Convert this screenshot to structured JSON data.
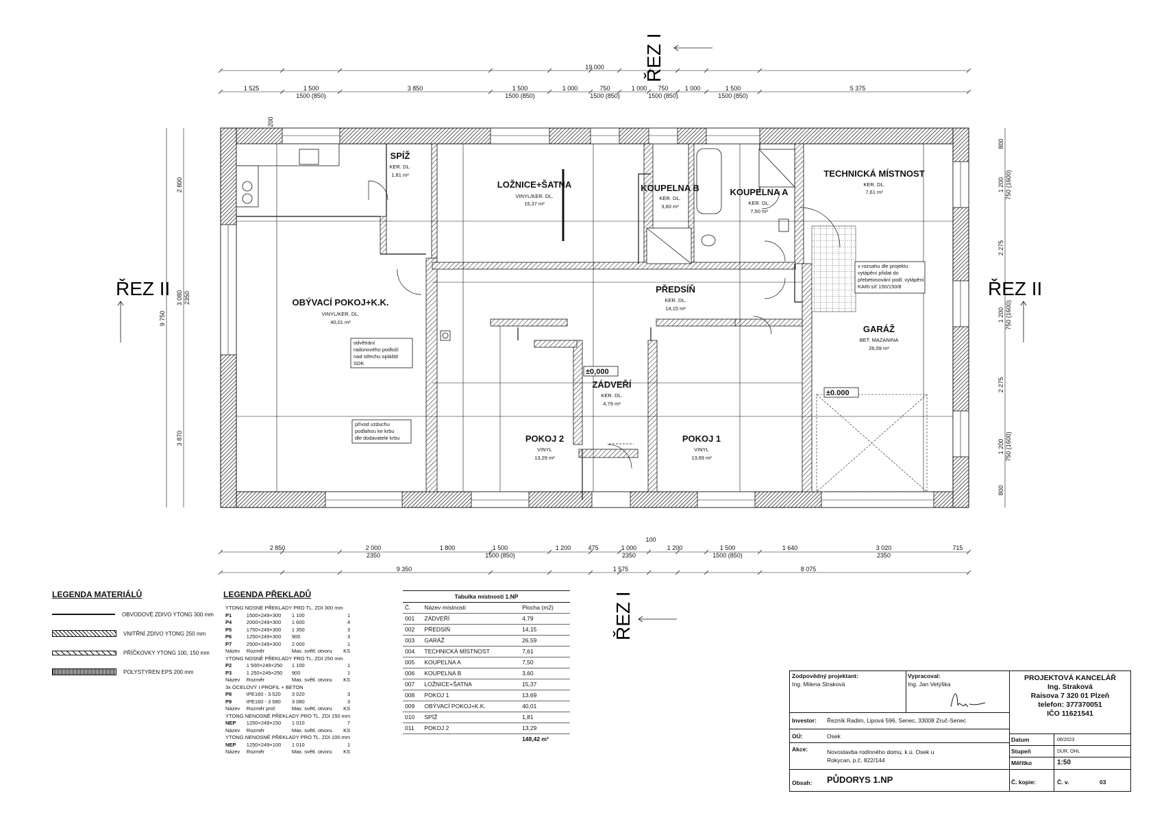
{
  "sections": {
    "rez_i": "ŘEZ I",
    "rez_ii": "ŘEZ II"
  },
  "dimensions": {
    "top_total": "19 000",
    "top_chain": [
      "1 525",
      "1 500",
      "3 850",
      "1 500",
      "1 000",
      "750",
      "1 000",
      "750",
      "1 000",
      "1 500",
      "5 375"
    ],
    "top_sub": [
      "1500 (850)",
      "1500 (850)",
      "1500 (850)",
      "1500 (850)",
      "1500 (850)"
    ],
    "bottom_chain": [
      "2 850",
      "2 000",
      "1 800",
      "1 500",
      "1 200",
      "475",
      "1 000",
      "100",
      "1 200",
      "1 500",
      "1 640",
      "3 020",
      "715"
    ],
    "bottom_sub": [
      "2350",
      "1500 (850)",
      "2350",
      "1500 (850)",
      "2350"
    ],
    "bottom_total": [
      "9 350",
      "1 575",
      "8 075"
    ],
    "left_chain": [
      "200",
      "2 800",
      "3 080",
      "2350",
      "3 870"
    ],
    "left_total": "9 750",
    "right_chain": [
      "800",
      "1 200",
      "750 (1600)",
      "2 275",
      "1 200",
      "750 (1600)",
      "2 275",
      "1 200",
      "750 (1600)",
      "800"
    ]
  },
  "rooms": [
    {
      "name": "SPÍŽ",
      "floor": "KER. DL.",
      "area": "1,81 m²"
    },
    {
      "name": "LOŽNICE+ŠATNA",
      "floor": "VINYL/KER. DL.",
      "area": "15,37 m²"
    },
    {
      "name": "KOUPELNA B",
      "floor": "KER. DL.",
      "area": "3,60 m²"
    },
    {
      "name": "KOUPELNA A",
      "floor": "KER. DL.",
      "area": "7,50 m²"
    },
    {
      "name": "TECHNICKÁ MÍSTNOST",
      "floor": "KER. DL.",
      "area": "7,61 m²"
    },
    {
      "name": "OBÝVACÍ POKOJ+K.K.",
      "floor": "VINYL/KER. DL.",
      "area": "40,01 m²"
    },
    {
      "name": "PŘEDSÍŇ",
      "floor": "KER. DL.",
      "area": "14,15 m²"
    },
    {
      "name": "GARÁŽ",
      "floor": "BET. MAZANINA",
      "area": "26,59 m²"
    },
    {
      "name": "ZÁDVEŘÍ",
      "floor": "KER. DL.",
      "area": "4,79 m²"
    },
    {
      "name": "POKOJ 2",
      "floor": "VINYL",
      "area": "13,29 m²"
    },
    {
      "name": "POKOJ 1",
      "floor": "VINYL",
      "area": "13,69 m²"
    }
  ],
  "notes": {
    "radon": [
      "odvětrání",
      "radonového podloží",
      "nad střechu opláštit",
      "SDK"
    ],
    "air": [
      "přívod vzduchu",
      "podlahou ke krbu",
      "dle dodavatele krbu"
    ],
    "heating": [
      "v rozsahu dle projektu",
      "vytápění přidat do",
      "přebetonování podl. vytápění",
      "KARI síť 150/150/8"
    ]
  },
  "levels": {
    "zadveri": "±0,000",
    "garaz": "±0.000"
  },
  "legend_materials": {
    "title": "LEGENDA MATERIÁLŮ",
    "items": [
      {
        "swatch": "solid",
        "label": "OBVODOVÉ ZDIVO YTONG 300 mm"
      },
      {
        "swatch": "hatch",
        "label": "VNITŘNÍ ZDIVO YTONG 250 mm"
      },
      {
        "swatch": "hatch2",
        "label": "PŘÍČKOVKY YTONG 100, 150 mm"
      },
      {
        "swatch": "poly",
        "label": "POLYSTYREN EPS 200 mm"
      }
    ]
  },
  "legend_lintels": {
    "title": "LEGENDA PŘEKLADŮ",
    "groups": [
      {
        "heading": "YTONG NOSNÉ PŘEKLADY PRO TL. ZDI 300 mm",
        "rows": [
          [
            "P1",
            "1500×249×300",
            "1 100",
            "1"
          ],
          [
            "P4",
            "2000×249×300",
            "1 600",
            "4"
          ],
          [
            "P5",
            "1750×249×300",
            "1 350",
            "3"
          ],
          [
            "P6",
            "1250×249×300",
            "900",
            "3"
          ],
          [
            "P7",
            "2500×249×300",
            "2 000",
            "1"
          ]
        ],
        "footer": [
          "Název",
          "Rozměr",
          "Max. světl. otvoru",
          "KS"
        ]
      },
      {
        "heading": "YTONG NOSNÉ PŘEKLADY PRO TL. ZDI 250 mm",
        "rows": [
          [
            "P2",
            "1 500×249×250",
            "1 100",
            "1"
          ],
          [
            "P3",
            "1 250×249×250",
            "900",
            "1"
          ]
        ],
        "footer": [
          "Název",
          "Rozměr",
          "Max. světl. otvoru",
          "KS"
        ]
      },
      {
        "heading": "3x OCELOVÝ I PROFIL + BETON",
        "rows": [
          [
            "P8",
            "IPE160 - 3 520",
            "3 020",
            "3"
          ],
          [
            "P9",
            "IPE160 - 3 580",
            "3 080",
            "3"
          ]
        ],
        "footer": [
          "Název",
          "Rozměr prof.",
          "Max. světl. otvoru",
          "KS"
        ]
      },
      {
        "heading": "YTONG NENOSNÉ PŘEKLADY PRO TL. ZDI 150 mm",
        "rows": [
          [
            "NEP",
            "1250×249×150",
            "1 010",
            "7"
          ]
        ],
        "footer": [
          "Název",
          "Rozměr",
          "Max. světl. otvoru",
          "KS"
        ]
      },
      {
        "heading": "YTONG NENOSNÉ PŘEKLADY PRO TL. ZDI 100 mm",
        "rows": [
          [
            "NEP",
            "1250×249×100",
            "1 010",
            "1"
          ]
        ],
        "footer": [
          "Název",
          "Rozměr",
          "Max. světl. otvoru",
          "KS"
        ]
      }
    ]
  },
  "room_table": {
    "caption": "Tabulka místností 1.NP",
    "headers": [
      "Č.",
      "Název místnosti",
      "Plocha (m2)"
    ],
    "rows": [
      [
        "001",
        "ZÁDVEŘÍ",
        "4,79"
      ],
      [
        "002",
        "PŘEDSÍŇ",
        "14,15"
      ],
      [
        "003",
        "GARÁŽ",
        "26,59"
      ],
      [
        "004",
        "TECHNICKÁ MÍSTNOST",
        "7,61"
      ],
      [
        "005",
        "KOUPELNA A",
        "7,50"
      ],
      [
        "006",
        "KOUPELNA B",
        "3,60"
      ],
      [
        "007",
        "LOŽNICE+ŠATNA",
        "15,37"
      ],
      [
        "008",
        "POKOJ 1",
        "13,69"
      ],
      [
        "009",
        "OBÝVACÍ POKOJ+K.K.",
        "40,01"
      ],
      [
        "010",
        "SPÍŽ",
        "1,81"
      ],
      [
        "011",
        "POKOJ 2",
        "13,29"
      ]
    ],
    "total": "148,42 m²"
  },
  "title_block": {
    "responsible_label": "Zodpovědný projektant:",
    "responsible": "Ing. Milena Straková",
    "drawn_label": "Vypracoval:",
    "drawn": "Ing. Jan Vetýška",
    "office": [
      "PROJEKTOVÁ KANCELÁŘ",
      "Ing. Straková",
      "Raisova 7  320 01 Plzeň",
      "telefon: 377370051",
      "IČO 11621541"
    ],
    "investor_label": "Investor:",
    "investor": "Řezník Radim, Lipová 596, Senec, 33008 Zruč-Senec",
    "ou_label": "OÚ:",
    "ou": "Osek",
    "akce_label": "Akce:",
    "akce": [
      "Novostavba rodinného domu, k.ú. Osek u",
      "Rokycan, p.č. 822/144"
    ],
    "obsah_label": "Obsah:",
    "obsah": "PŮDORYS 1.NP",
    "datum_label": "Datum",
    "datum": "06/2023",
    "stupen_label": "Stupeň",
    "stupen": "DÚR, OHL",
    "meritko_label": "Měřítko",
    "meritko": "1:50",
    "kopie_label": "Č. kopie:",
    "cv_label": "Č. v.",
    "cv": "03"
  }
}
